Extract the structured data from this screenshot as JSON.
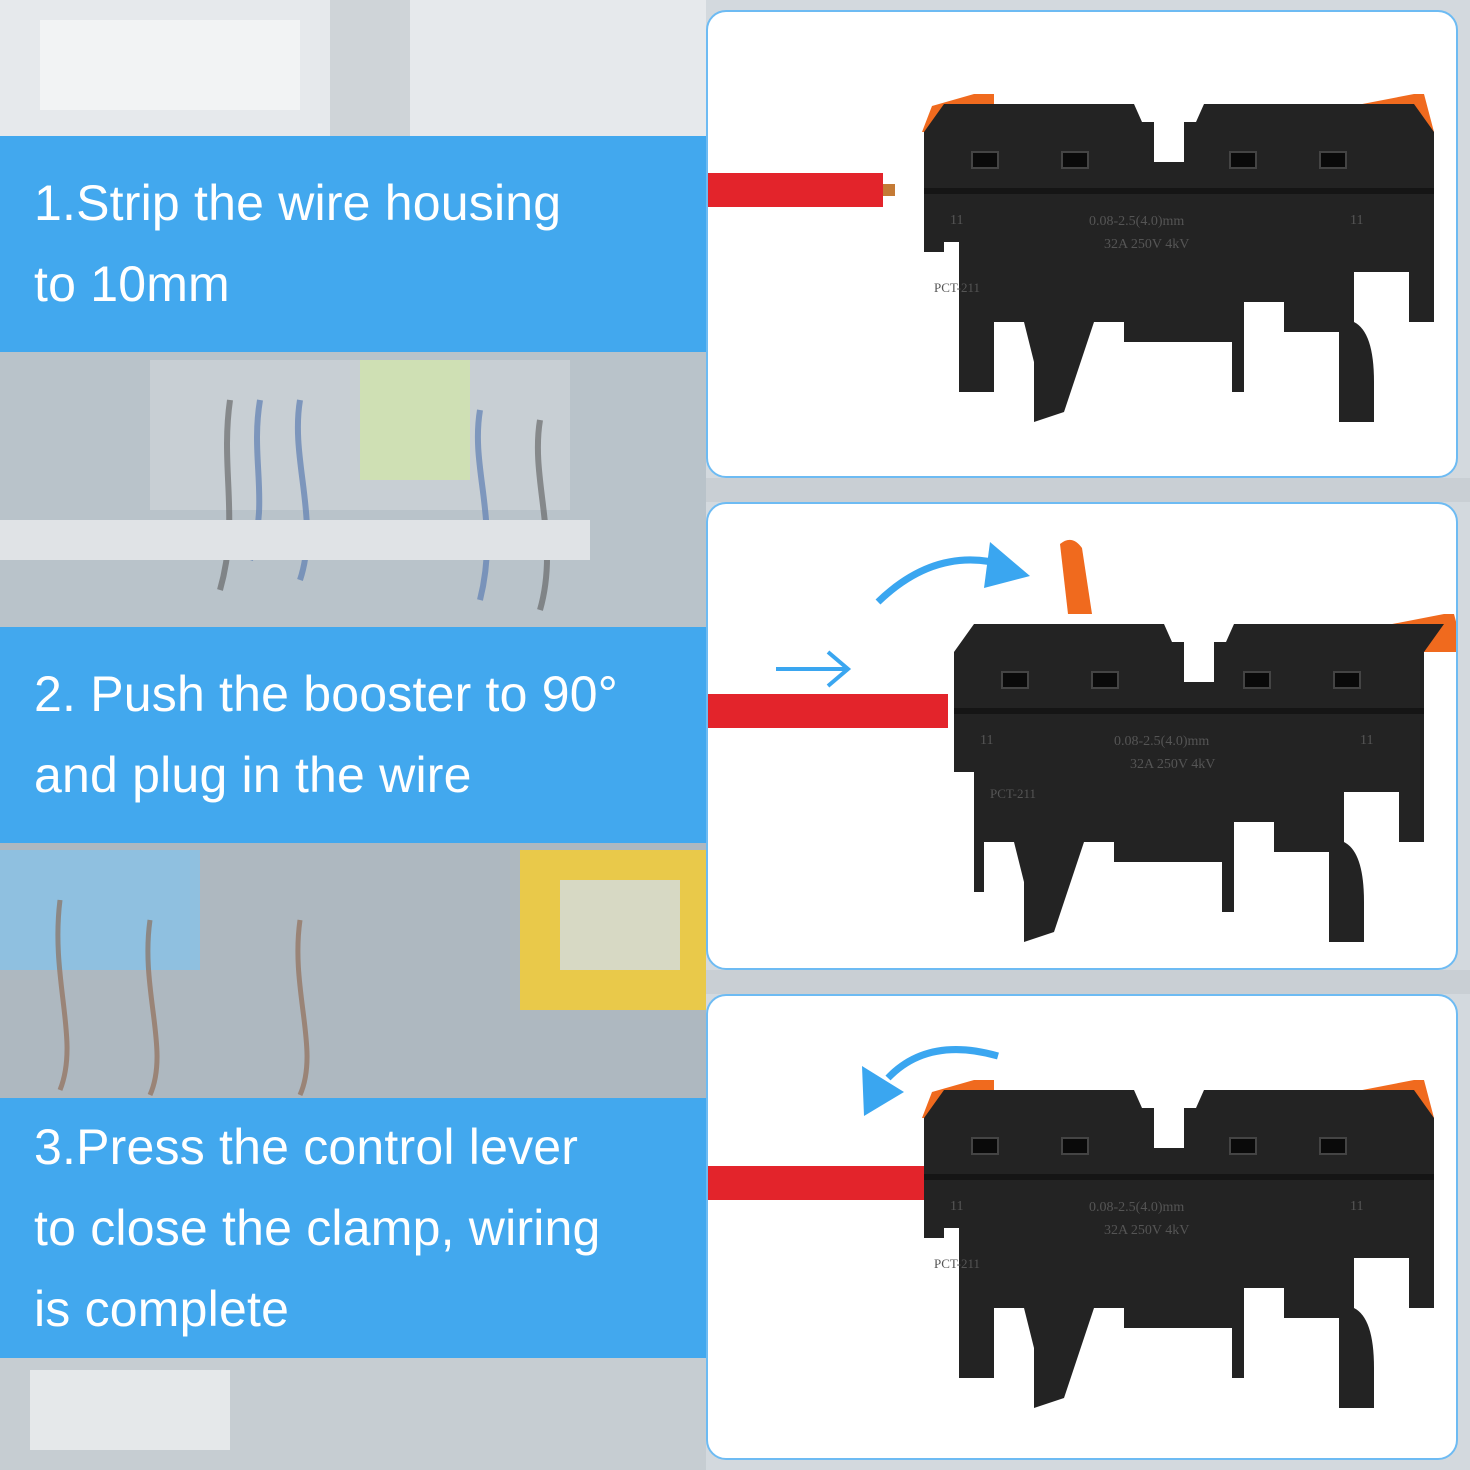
{
  "steps": [
    {
      "lines": [
        "1.Strip the wire housing",
        "to 10mm"
      ]
    },
    {
      "lines": [
        "2. Push the booster to 90°",
        "and plug in the wire"
      ]
    },
    {
      "lines": [
        "3.Press the control lever",
        "to close the clamp, wiring",
        "is complete"
      ]
    }
  ],
  "connector": {
    "spec_line1": "0.08-2.5(4.0)mm",
    "spec_line2": "32A 250V 4kV",
    "strip_mark": "11",
    "model": "PCT-211"
  },
  "colors": {
    "step_bar": "#42a8ee",
    "card_border": "#6dbbf3",
    "wire": "#e3242b",
    "connector_body": "#222222",
    "lever": "#f06a1e",
    "arrow": "#3aa6f0"
  },
  "icons": [
    "push-right-arrow-icon",
    "curved-clockwise-arrow-icon",
    "curved-counterclockwise-arrow-icon"
  ]
}
